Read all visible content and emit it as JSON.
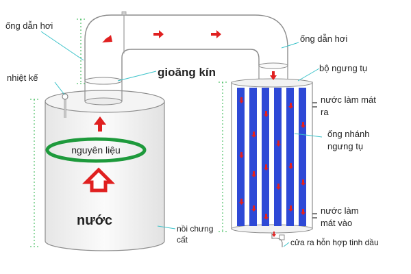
{
  "labels": {
    "vapor_pipe_left": "ống dẫn hơi",
    "vapor_pipe_right": "ống dẫn hơi",
    "thermometer": "nhiệt kế",
    "gasket": "gioăng kín",
    "condenser": "bộ ngưng tụ",
    "coolant_out_line1": "nước làm mát",
    "coolant_out_line2": "ra",
    "branch_tubes_line1": "ống nhánh",
    "branch_tubes_line2": "ngưng tụ",
    "raw_material": "nguyên liệu",
    "water": "nước",
    "still_line1": "nồi chưng",
    "still_line2": "cất",
    "coolant_in_line1": "nước làm",
    "coolant_in_line2": "mát vào",
    "outlet": "cửa ra hỗn hợp tinh dầu"
  },
  "colors": {
    "arrow": "#e02020",
    "condenser_tube": "#2e49d6",
    "ring": "#1e9a3c",
    "guide": "#39c2c9",
    "dimension": "#2bb34a",
    "outline": "#8c8c8c",
    "still_fill": "#f1f1f1"
  },
  "icons": {
    "flow_arrow": "red-arrow-icon",
    "heat_arrow": "red-hollow-up-arrow-icon",
    "thermometer": "thermometer-icon"
  }
}
